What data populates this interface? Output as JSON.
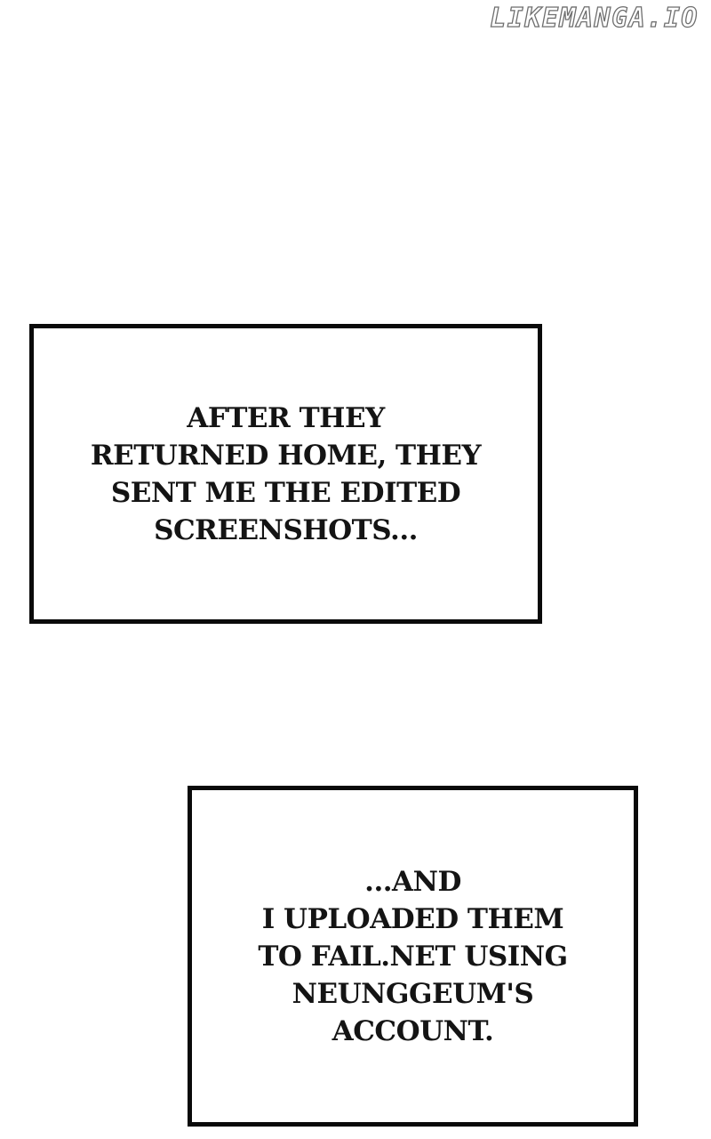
{
  "watermark": {
    "text": "LIKEMANGA.IO",
    "fill_color": "#ffffff",
    "outline_color": "#6e6e6e"
  },
  "panels": [
    {
      "full_text": "AFTER THEY RETURNED HOME, THEY SENT ME THE EDITED SCREENSHOTS...",
      "lines": [
        "AFTER THEY",
        "RETURNED HOME, THEY",
        "SENT ME THE EDITED",
        "SCREENSHOTS..."
      ]
    },
    {
      "full_text": "...AND I UPLOADED THEM TO FAIL.NET USING NEUNGGEUM'S ACCOUNT.",
      "lines": [
        "...AND",
        "I UPLOADED THEM",
        "TO FAIL.NET USING",
        "NEUNGGEUM'S",
        "ACCOUNT."
      ]
    }
  ],
  "colors": {
    "background": "#ffffff",
    "panel_border": "#0a0a0a",
    "text": "#141414"
  }
}
